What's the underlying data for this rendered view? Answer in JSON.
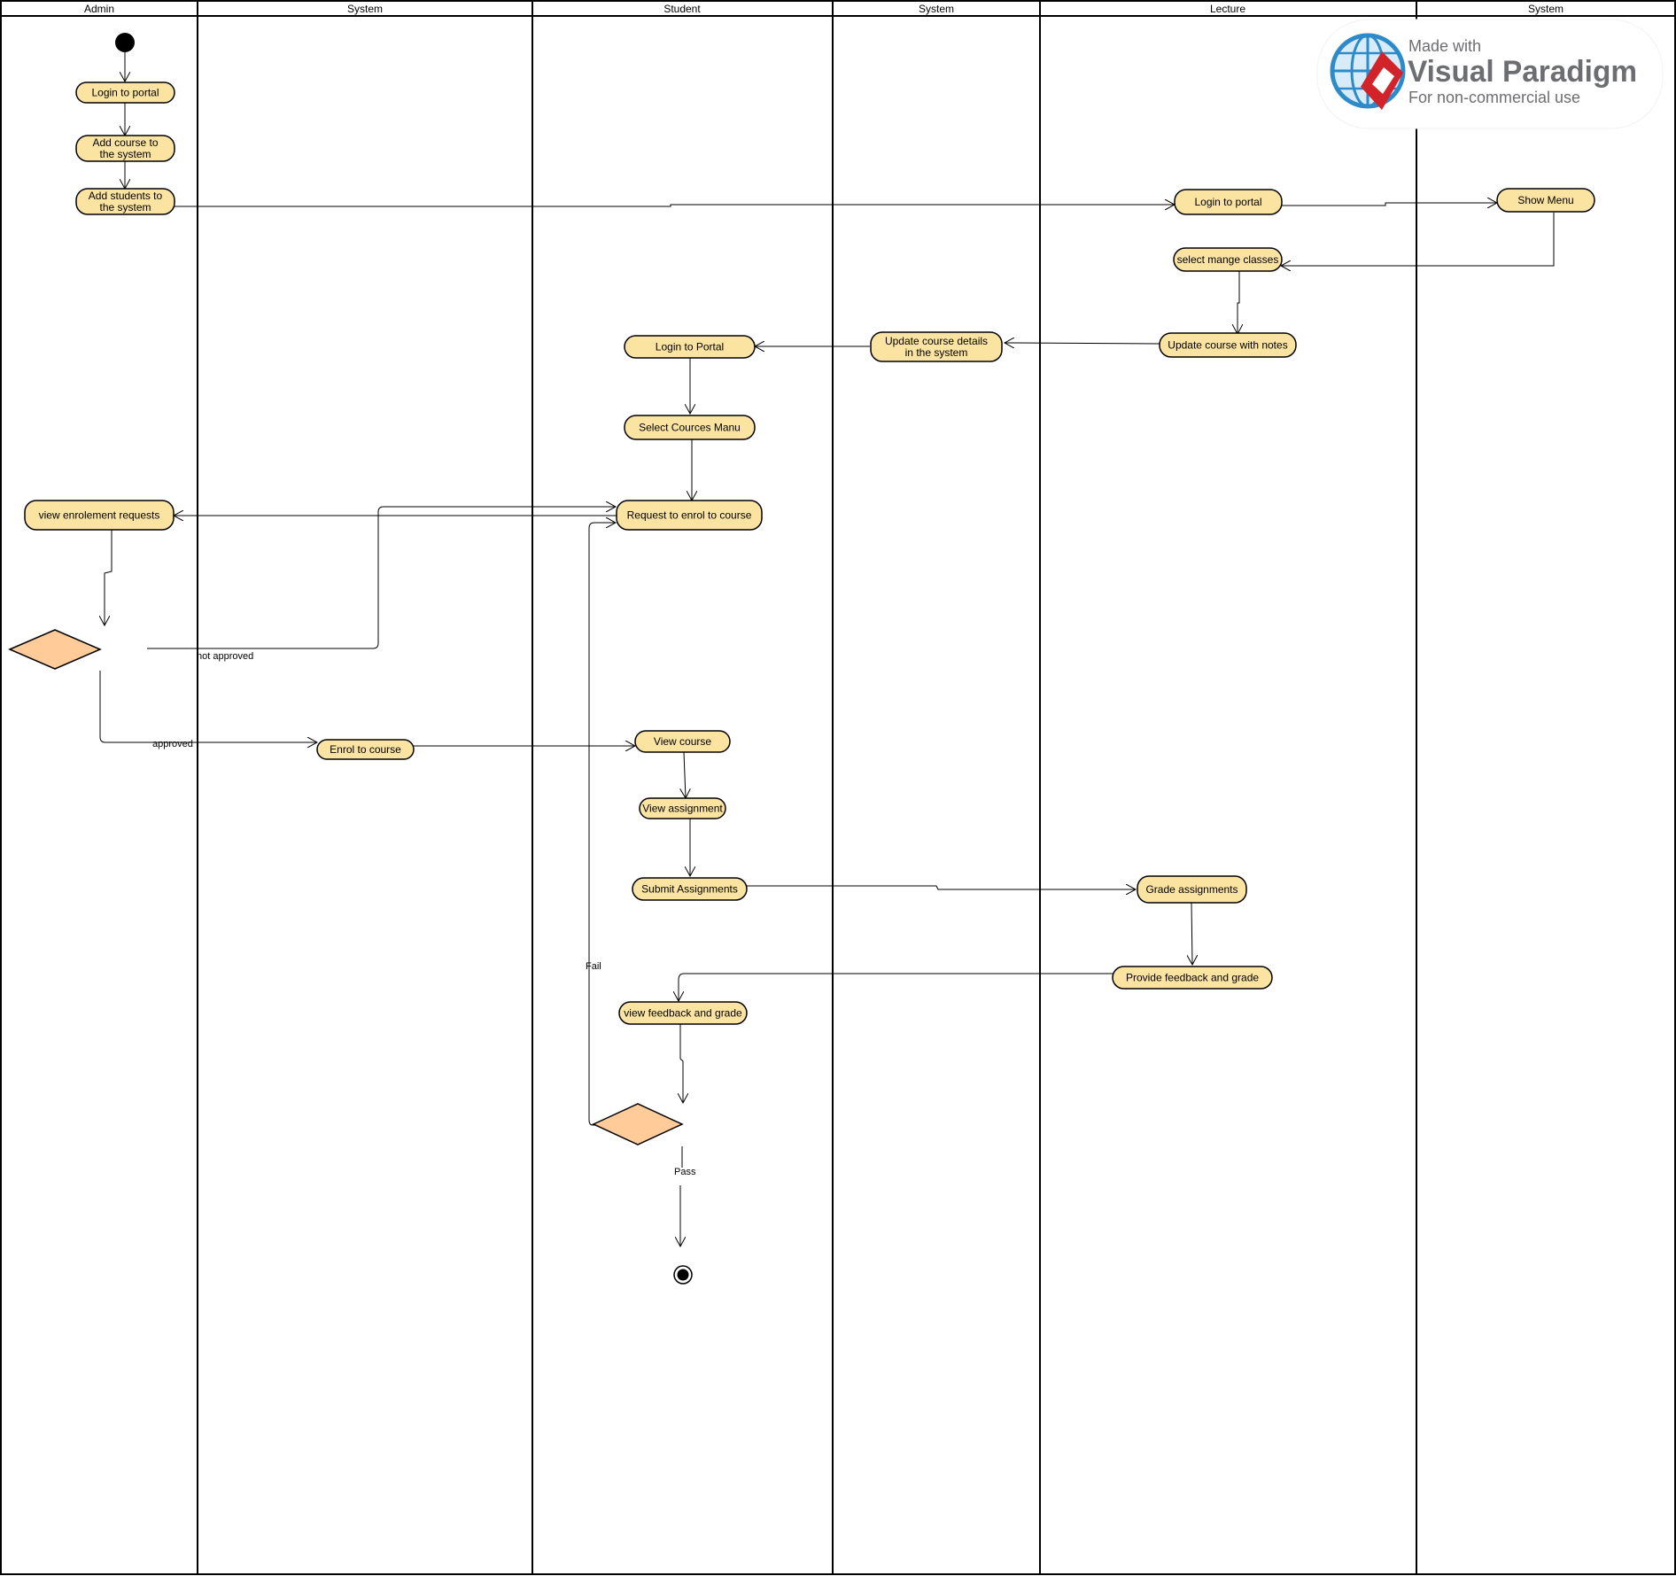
{
  "colors": {
    "action_fill": "#FBE3A1",
    "decision_fill": "#FFCC99",
    "stroke": "#000000",
    "watermark_blue": "#2E8BC9",
    "watermark_red": "#D2232A",
    "watermark_gray": "#6D6E71"
  },
  "swimlanes": [
    "Admin",
    "System",
    "Student",
    "System",
    "Lecture",
    "System"
  ],
  "actions": [
    {
      "id": "a_login",
      "lines": [
        "Login to portal"
      ]
    },
    {
      "id": "a_addcourse",
      "lines": [
        "Add course to",
        "the system"
      ]
    },
    {
      "id": "a_addstudents",
      "lines": [
        "Add students to",
        "the system"
      ]
    },
    {
      "id": "l_login",
      "lines": [
        "Login to portal"
      ]
    },
    {
      "id": "s3_menu",
      "lines": [
        "Show Menu"
      ]
    },
    {
      "id": "l_select",
      "lines": [
        "select mange classes"
      ]
    },
    {
      "id": "l_update",
      "lines": [
        "Update course with notes"
      ]
    },
    {
      "id": "s2_update",
      "lines": [
        "Update course details",
        "in the system"
      ]
    },
    {
      "id": "st_login",
      "lines": [
        "Login to Portal"
      ]
    },
    {
      "id": "st_select",
      "lines": [
        "Select Cources Manu"
      ]
    },
    {
      "id": "st_request",
      "lines": [
        "Request to enrol to course"
      ]
    },
    {
      "id": "a_view",
      "lines": [
        "view enrolement requests"
      ]
    },
    {
      "id": "s1_enrol",
      "lines": [
        "Enrol to course"
      ]
    },
    {
      "id": "st_viewcourse",
      "lines": [
        "View course"
      ]
    },
    {
      "id": "st_viewassign",
      "lines": [
        "View assignment"
      ]
    },
    {
      "id": "st_submit",
      "lines": [
        "Submit Assignments"
      ]
    },
    {
      "id": "l_grade",
      "lines": [
        "Grade assignments"
      ]
    },
    {
      "id": "l_feedback",
      "lines": [
        "Provide feedback and grade"
      ]
    },
    {
      "id": "st_viewfeedback",
      "lines": [
        "view feedback and grade"
      ]
    }
  ],
  "decisions": [
    {
      "id": "d_admin"
    },
    {
      "id": "d_student"
    }
  ],
  "edge_labels": {
    "not_approved": "not approved",
    "approved": "approved",
    "fail": "Fail",
    "pass": "Pass"
  },
  "watermark": {
    "made_with": "Made with",
    "brand": "Visual Paradigm",
    "note": "For non-commercial use"
  }
}
